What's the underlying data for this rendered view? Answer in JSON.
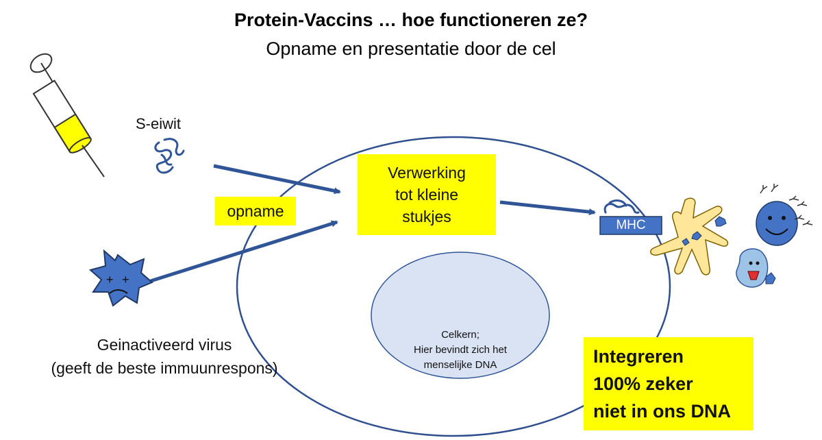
{
  "title": "Protein-Vaccins … hoe functioneren ze?",
  "subtitle": "Opname en presentatie door de cel",
  "labels": {
    "s_eiwit": "S-eiwit",
    "opname": "opname",
    "verwerking": [
      "Verwerking",
      "tot kleine",
      "stukjes"
    ],
    "mhc": "MHC",
    "virus": [
      "Geinactiveerd virus",
      "(geeft de beste immuunrespons)"
    ],
    "celkern": [
      "Celkern;",
      "Hier bevindt zich het",
      "menselijke DNA"
    ],
    "integreren": [
      "Integreren",
      "100% zeker",
      "niet in ons DNA"
    ]
  },
  "colors": {
    "arrow": "#2f5597",
    "cell_outline": "#2f4f8f",
    "nucleus_fill": "#dae3f3",
    "highlight": "#ffff00",
    "mhc_fill": "#4472c4",
    "virus_fill": "#4472c4",
    "dendritic_fill": "#ffe699",
    "syringe_plunger": "#ffff00"
  },
  "icons": [
    "syringe-icon",
    "protein-icon",
    "virus-icon",
    "dendritic-cell-icon",
    "b-cell-icon",
    "antibody-icon"
  ]
}
